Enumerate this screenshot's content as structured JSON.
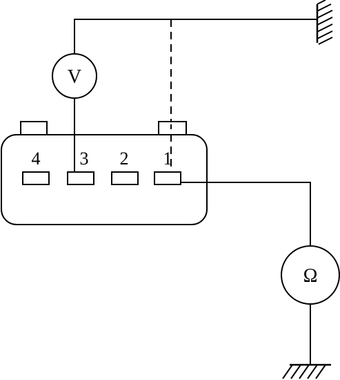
{
  "voltmeter": {
    "symbol": "V"
  },
  "ohmmeter": {
    "symbol": "Ω"
  },
  "connector": {
    "pins": [
      {
        "label": "4"
      },
      {
        "label": "3"
      },
      {
        "label": "2"
      },
      {
        "label": "1"
      }
    ]
  }
}
